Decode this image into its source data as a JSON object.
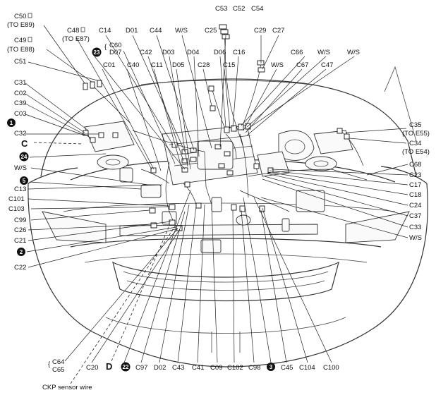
{
  "labels": {
    "c53": "C53",
    "c52": "C52",
    "c54": "C54",
    "c50": "C50",
    "c50_sub": "(TO E89)",
    "c48": "C48",
    "c48_sub": "(TO E87)",
    "c49": "C49",
    "c49_sub": "(TO E88)",
    "c14": "C14",
    "d01": "D01",
    "c44": "C44",
    "ws_top": "W/S",
    "c25": "C25",
    "c29": "C29",
    "c27": "C27",
    "c60": "C60",
    "d07": "D07",
    "c42": "C42",
    "d03": "D03",
    "d04": "D04",
    "d06": "D06",
    "c16": "C16",
    "c66": "C66",
    "ws_r1": "W/S",
    "ws_r2": "W/S",
    "c51": "C51",
    "c01": "C01",
    "c40": "C40",
    "c11": "C11",
    "d05": "D05",
    "c28": "C28",
    "c15": "C15",
    "ws_c": "W/S",
    "c67": "C67",
    "c47": "C47",
    "c31": "C31",
    "c02": "C02",
    "c39": "C39",
    "c03": "C03",
    "c32": "C32",
    "label_c": "C",
    "ws_left": "W/S",
    "c13": "C13",
    "c101": "C101",
    "c103": "C103",
    "c99": "C99",
    "c26": "C26",
    "c21": "C21",
    "c22": "C22",
    "c35": "C35",
    "c35_sub": "(TO E55)",
    "c34": "C34",
    "c34_sub": "(TO E54)",
    "c68": "C68",
    "c23": "C23",
    "c17": "C17",
    "c18": "C18",
    "c24": "C24",
    "c37": "C37",
    "c33": "C33",
    "ws_right": "W/S",
    "c64": "C64",
    "c65": "C65",
    "c20": "C20",
    "label_d": "D",
    "c97": "C97",
    "d02": "D02",
    "c43": "C43",
    "c41": "C41",
    "c09": "C09",
    "c102": "C102",
    "c98": "C98",
    "c45": "C45",
    "c104": "C104",
    "c100": "C100",
    "ckp": "CKP sensor wire",
    "num1": "1",
    "num2": "2",
    "num3": "3",
    "num5": "5",
    "num22": "22",
    "num23": "23",
    "num24": "24"
  }
}
